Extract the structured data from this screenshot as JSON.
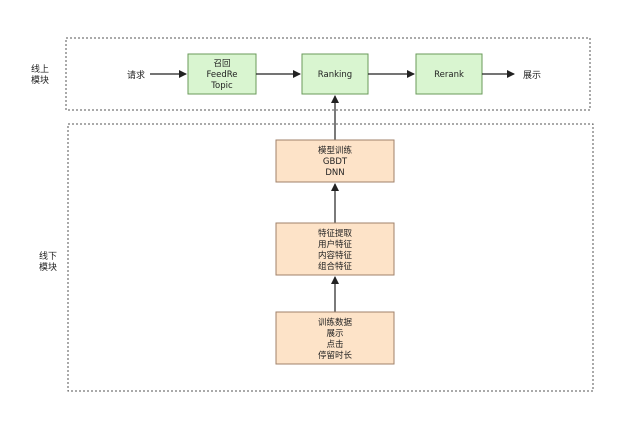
{
  "online_section": {
    "label_line1": "线上",
    "label_line2": "模块"
  },
  "offline_section": {
    "label_line1": "线下",
    "label_line2": "模块"
  },
  "online_flow": {
    "request": "请求",
    "recall": {
      "line1": "召回",
      "line2": "FeedRe",
      "line3": "Topic"
    },
    "ranking": "Ranking",
    "rerank": "Rerank",
    "display": "展示"
  },
  "offline_flow": {
    "model_training": {
      "line1": "模型训练",
      "line2": "GBDT",
      "line3": "DNN"
    },
    "feature_extraction": {
      "line1": "特征提取",
      "line2": "用户特征",
      "line3": "内容特征",
      "line4": "组合特征"
    },
    "training_data": {
      "line1": "训练数据",
      "line2": "展示",
      "line3": "点击",
      "line4": "停留时长"
    }
  },
  "colors": {
    "online_box_fill": "#d9f5d0",
    "online_box_stroke": "#6a9a5a",
    "offline_box_fill": "#fde3c8",
    "offline_box_stroke": "#a0826a",
    "region_border": "#555555",
    "arrow": "#222222"
  }
}
